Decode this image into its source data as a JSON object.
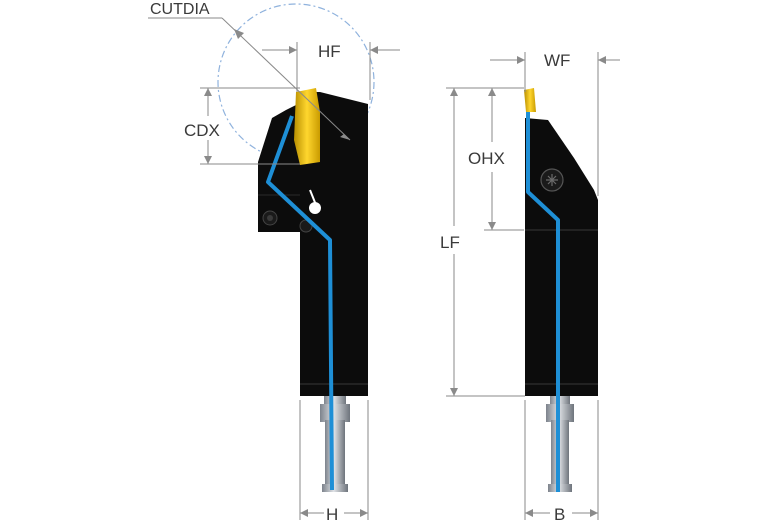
{
  "labels": {
    "cutdia": "CUTDIA",
    "hf": "HF",
    "cdx": "CDX",
    "wf": "WF",
    "ohx": "OHX",
    "lf": "LF",
    "h": "H",
    "b": "B"
  },
  "colors": {
    "body": "#0c0c0c",
    "coolant": "#1e8fd6",
    "insert": "#f2c200",
    "shank": "#b8bcc4",
    "dimension": "#8a8a8a",
    "circle": "#8fb2dd",
    "text": "#3a3a3a"
  }
}
